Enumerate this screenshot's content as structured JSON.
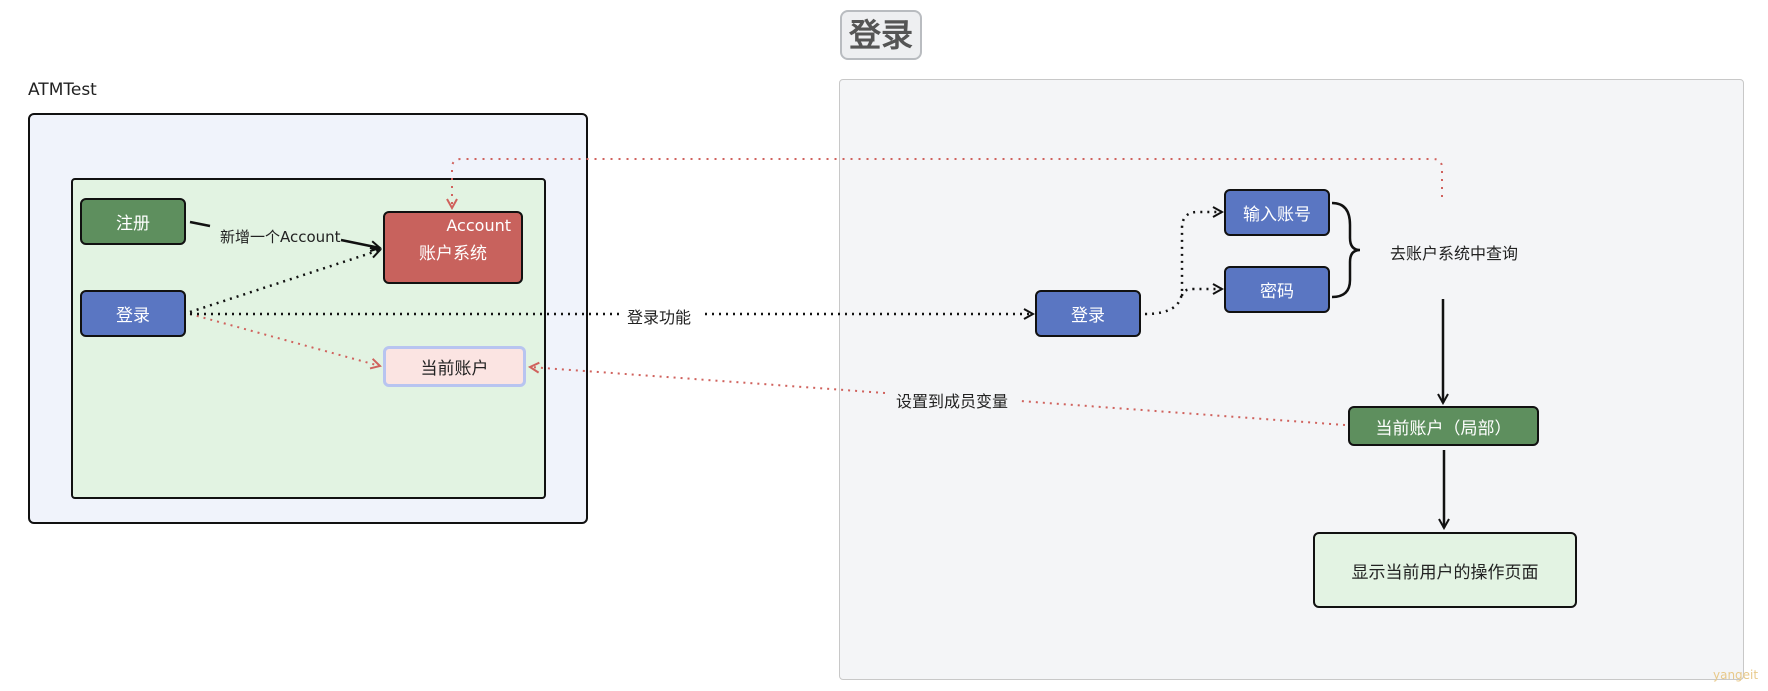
{
  "title": "登录",
  "watermark": "yangeit",
  "left_frame": {
    "label": "ATMTest",
    "nodes": {
      "register": "注册",
      "login": "登录",
      "account_system_top": "Account",
      "account_system_main": "账户系统",
      "current_account": "当前账户"
    },
    "edge_labels": {
      "new_account": "新增一个Account"
    }
  },
  "center_edge_label": "登录功能",
  "set_member_label": "设置到成员变量",
  "right_panel": {
    "nodes": {
      "login": "登录",
      "input_account": "输入账号",
      "password": "密码",
      "query_label": "去账户系统中查询",
      "current_account_local": "当前账户（局部）",
      "show_page": "显示当前用户的操作页面"
    }
  },
  "colors": {
    "green_node": "#5e8f5e",
    "blue_node": "#5a76c2",
    "red_node": "#c8625d",
    "dotted_red": "#d0625d",
    "outer_frame_bg": "#f0f3fb",
    "inner_frame_bg": "#e2f3e2",
    "right_panel_bg": "#f4f5f7"
  }
}
